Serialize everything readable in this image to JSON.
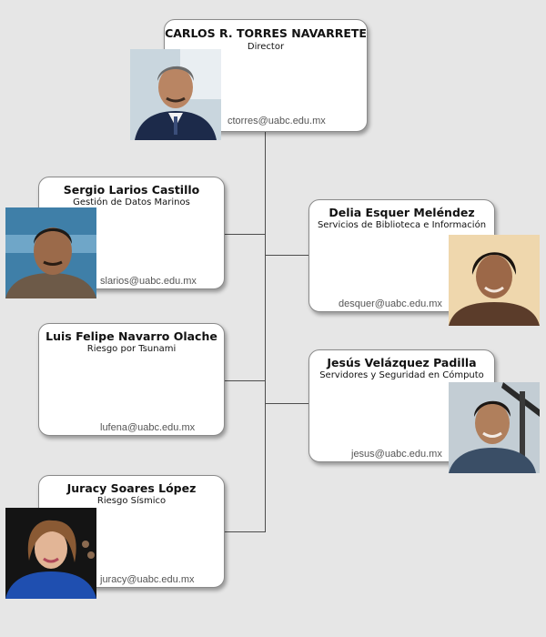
{
  "director": {
    "name": "CARLOS R. TORRES  NAVARRETE",
    "role": "Director",
    "email": "ctorres@uabc.edu.mx",
    "photo": "person-photo-icon"
  },
  "staff": [
    {
      "name": "Sergio Larios Castillo",
      "role": "Gestión de Datos Marinos",
      "email": "slarios@uabc.edu.mx",
      "photo": "person-photo-icon"
    },
    {
      "name": "Luis Felipe Navarro Olache",
      "role": "Riesgo por Tsunami",
      "email": "lufena@uabc.edu.mx"
    },
    {
      "name": "Juracy Soares López",
      "role": "Riesgo Sísmico",
      "email": "juracy@uabc.edu.mx",
      "photo": "person-photo-icon"
    },
    {
      "name": "Delia Esquer Meléndez",
      "role": "Servicios de Biblioteca e Información",
      "email": "desquer@uabc.edu.mx",
      "photo": "person-photo-icon"
    },
    {
      "name": "Jesús Velázquez Padilla",
      "role": "Servidores y Seguridad en Cómputo",
      "email": "jesus@uabc.edu.mx",
      "photo": "person-photo-icon"
    }
  ],
  "colors": {
    "background": "#e6e6e6",
    "card": "#ffffff",
    "connector": "#4d4d4d"
  }
}
